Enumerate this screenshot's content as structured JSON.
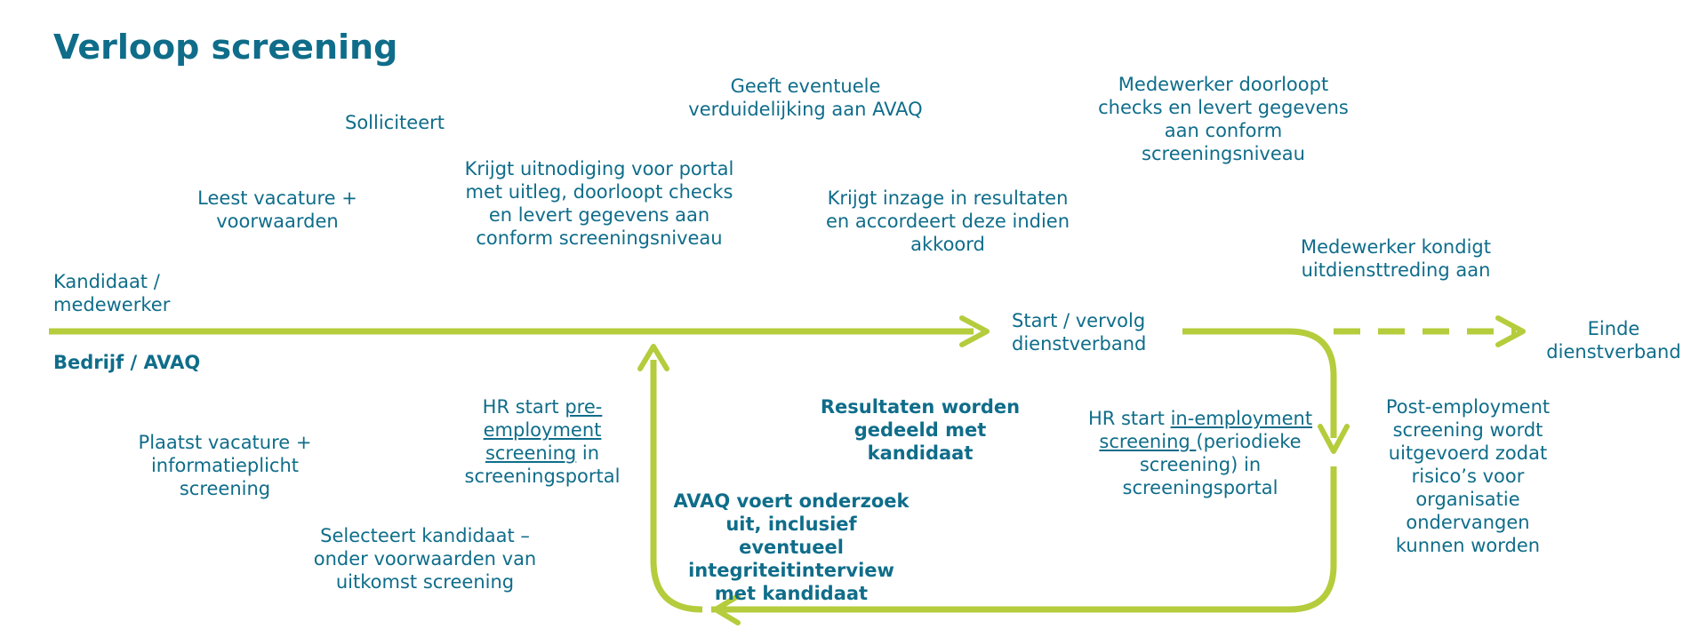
{
  "title": "Verloop screening",
  "lanes": {
    "top": "Kandidaat / medewerker",
    "bottom": "Bedrijf / AVAQ"
  },
  "steps": {
    "leest": "Leest vacature + voorwaarden",
    "solliciteert": "Solliciteert",
    "krijgt_uitnodiging": "Krijgt uitnodiging voor portal met uitleg, doorloopt checks en levert gegevens aan conform screeningsniveau",
    "geeft": "Geeft eventuele verduidelijking aan AVAQ",
    "inzage": "Krijgt inzage in resultaten en accordeert deze indien akkoord",
    "start": "Start / vervolg dienstverband",
    "doorloopt": "Medewerker doorloopt checks en levert gegevens aan conform screeningsniveau",
    "kondigt": "Medewerker kondigt uitdiensttreding aan",
    "einde": "Einde dienstverband",
    "plaatst": "Plaatst vacature + informatieplicht screening",
    "selecteert": "Selecteert kandidaat – onder voorwaarden van uitkomst screening",
    "hr_pre_a": "HR start ",
    "hr_pre_link": "pre-employment screening",
    "hr_pre_b": " in screeningsportal",
    "avaq": "AVAQ voert onderzoek uit, inclusief eventueel integriteitinterview met kandidaat",
    "resultaten": "Resultaten worden gedeeld met kandidaat",
    "hr_in_a": "HR start ",
    "hr_in_link": "in-employment screening ",
    "hr_in_b": "(periodieke screening) in screeningsportal",
    "post": "Post-employment screening wordt uitgevoerd zodat risico’s voor organisatie ondervangen kunnen worden"
  },
  "colors": {
    "line": "#b5cc3c",
    "text": "#0f6d8a",
    "dash_dark": "#2e8c86",
    "dash_light": "#8fc04a"
  }
}
